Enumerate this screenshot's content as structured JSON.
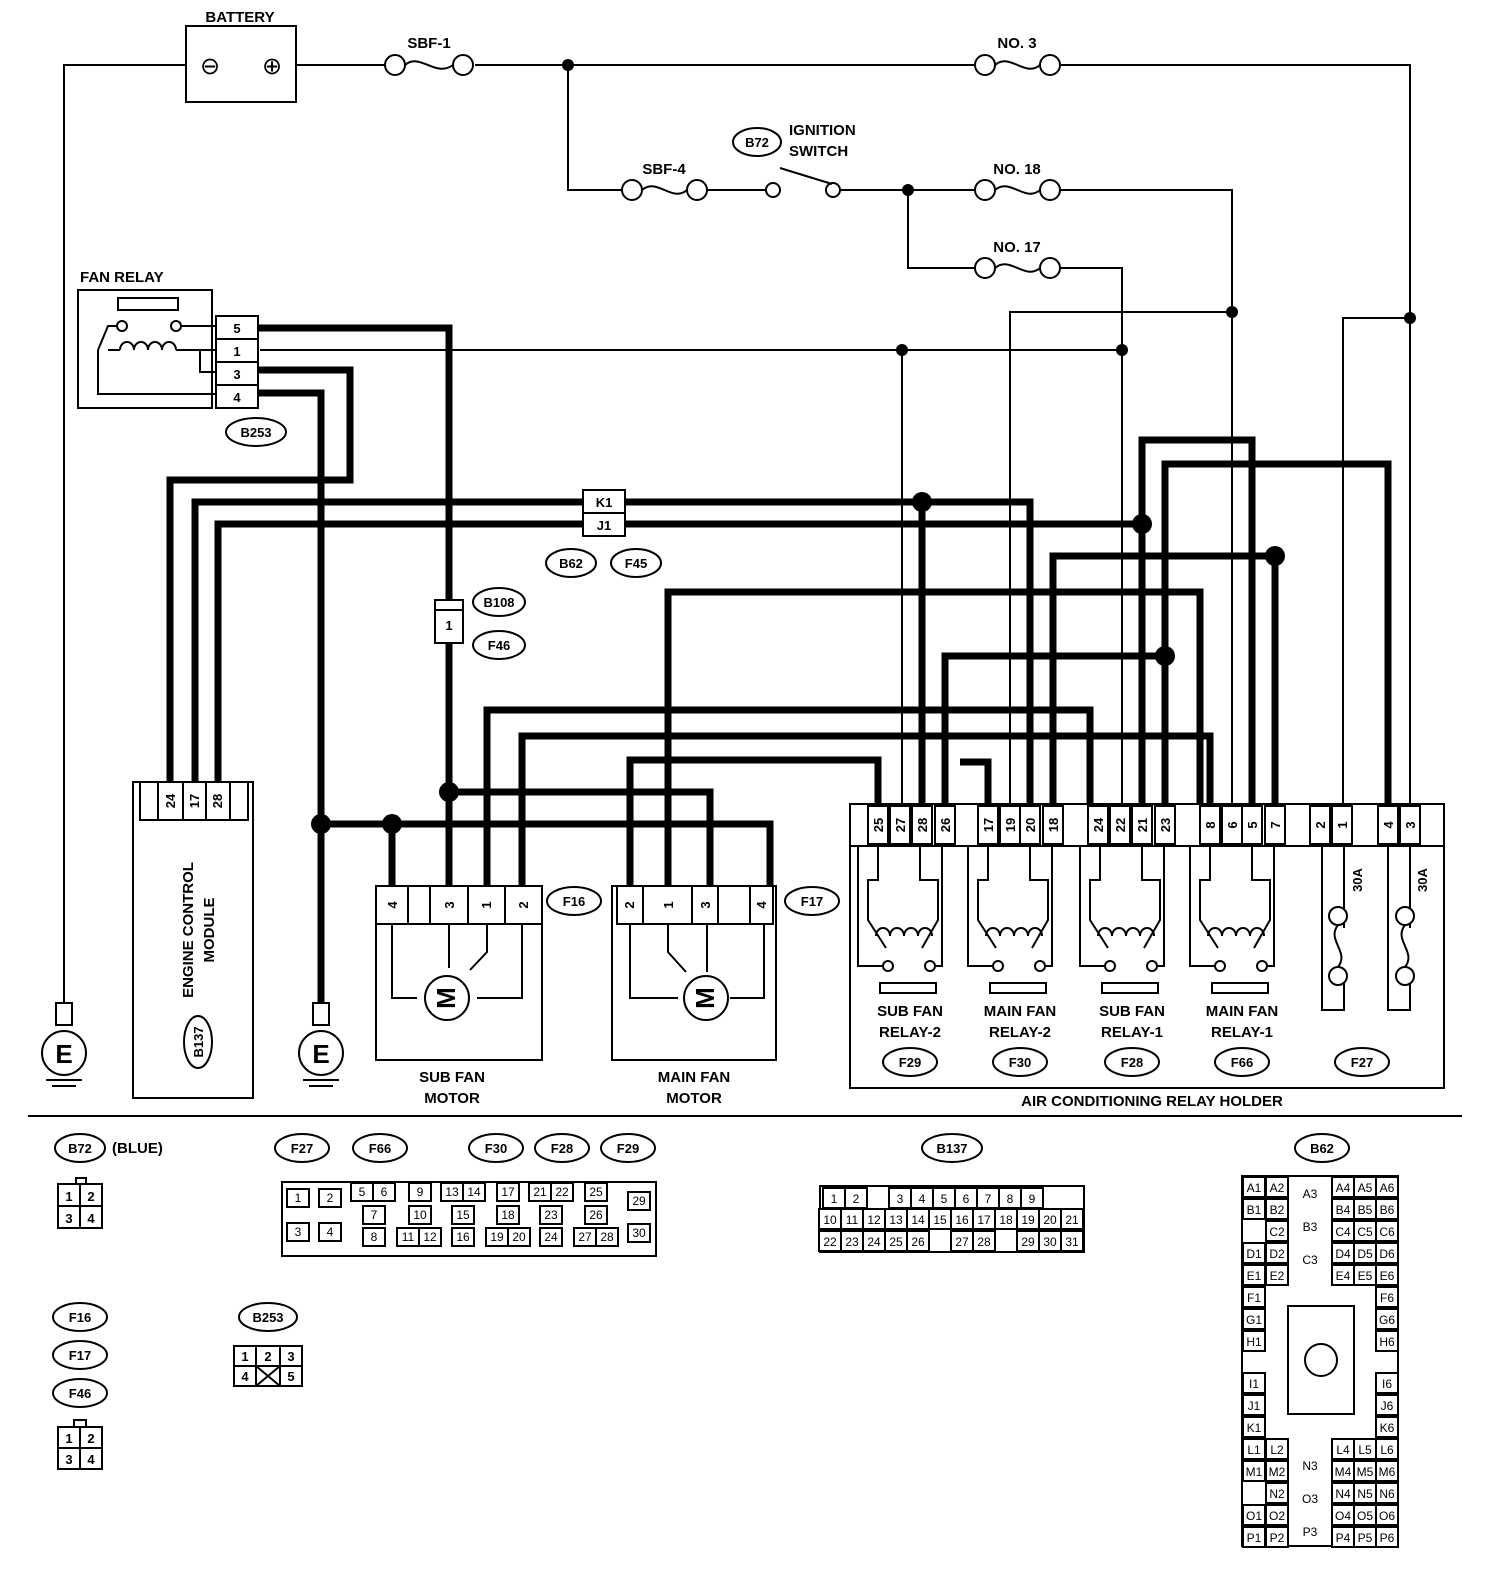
{
  "power": {
    "battery": "BATTERY",
    "battery_minus": "⊖",
    "battery_plus": "⊕",
    "fuse_sbf1": "SBF-1",
    "fuse_sbf4": "SBF-4",
    "fuse_no3": "NO. 3",
    "fuse_no18": "NO. 18",
    "fuse_no17": "NO. 17",
    "ignition_connector": "B72",
    "ignition_line1": "IGNITION",
    "ignition_line2": "SWITCH"
  },
  "fan_relay": {
    "title": "FAN RELAY",
    "pins": [
      "5",
      "1",
      "3",
      "4"
    ],
    "connector": "B253"
  },
  "joint": {
    "pins": [
      "K1",
      "J1"
    ],
    "connectors": [
      "B62",
      "F45"
    ]
  },
  "inline_connector": {
    "pin": "1",
    "connectors": [
      "B108",
      "F46"
    ]
  },
  "ecm": {
    "pins": [
      "24",
      "17",
      "28"
    ],
    "label_line1": "ENGINE CONTROL",
    "label_line2": "MODULE",
    "connector": "B137"
  },
  "ground": {
    "symbol": "E"
  },
  "sub_fan_motor": {
    "pins": [
      "4",
      "3",
      "1",
      "2"
    ],
    "connector": "F16",
    "motor_symbol": "M",
    "label_line1": "SUB FAN",
    "label_line2": "MOTOR"
  },
  "main_fan_motor": {
    "pins": [
      "2",
      "1",
      "3",
      "4"
    ],
    "connector": "F17",
    "motor_symbol": "M",
    "label_line1": "MAIN FAN",
    "label_line2": "MOTOR"
  },
  "relay_holder": {
    "pins": [
      "25",
      "27",
      "28",
      "26",
      "17",
      "19",
      "20",
      "18",
      "24",
      "22",
      "21",
      "23",
      "8",
      "6",
      "5",
      "7",
      "2",
      "1",
      "4",
      "3"
    ],
    "relays": [
      {
        "line1": "SUB FAN",
        "line2": "RELAY-2",
        "connector": "F29"
      },
      {
        "line1": "MAIN FAN",
        "line2": "RELAY-2",
        "connector": "F30"
      },
      {
        "line1": "SUB FAN",
        "line2": "RELAY-1",
        "connector": "F28"
      },
      {
        "line1": "MAIN FAN",
        "line2": "RELAY-1",
        "connector": "F66"
      }
    ],
    "fuse_rating": "30A",
    "fuse_connector": "F27",
    "title": "AIR CONDITIONING RELAY HOLDER"
  },
  "legend": {
    "b72": {
      "tag": "B72",
      "note": "(BLUE)",
      "pins": [
        "1",
        "2",
        "3",
        "4"
      ]
    },
    "relay_connectors": {
      "tags": [
        "F27",
        "F66",
        "F30",
        "F28",
        "F29"
      ],
      "pins": [
        "1",
        "2",
        "3",
        "4",
        "5",
        "6",
        "7",
        "8",
        "9",
        "10",
        "11",
        "12",
        "13",
        "14",
        "15",
        "16",
        "17",
        "18",
        "19",
        "20",
        "21",
        "22",
        "23",
        "24",
        "25",
        "26",
        "27",
        "28",
        "29",
        "30"
      ]
    },
    "b137": {
      "tag": "B137",
      "row1": [
        "1",
        "2",
        "",
        "3",
        "4",
        "5",
        "6",
        "7",
        "8",
        "9"
      ],
      "row2": [
        "10",
        "11",
        "12",
        "13",
        "14",
        "15",
        "16",
        "17",
        "18",
        "19",
        "20",
        "21"
      ],
      "row3": [
        "22",
        "23",
        "24",
        "25",
        "26",
        "",
        "27",
        "28",
        "",
        "29",
        "30",
        "31"
      ]
    },
    "b62": {
      "tag": "B62",
      "left": [
        "A1",
        "A2",
        "B1",
        "B2",
        "C2",
        "D1",
        "D2",
        "E1",
        "E2",
        "F1",
        "G1",
        "H1",
        "I1",
        "J1",
        "K1",
        "L1",
        "L2",
        "M1",
        "M2",
        "N2",
        "O1",
        "O2",
        "P1",
        "P2"
      ],
      "center": [
        "A3",
        "B3",
        "C3",
        "N3",
        "O3",
        "P3"
      ],
      "right": [
        "A4",
        "A5",
        "A6",
        "B4",
        "B5",
        "B6",
        "C4",
        "C5",
        "C6",
        "D4",
        "D5",
        "D6",
        "E4",
        "E5",
        "E6",
        "F6",
        "G6",
        "H6",
        "I6",
        "J6",
        "K6",
        "L4",
        "L5",
        "L6",
        "M4",
        "M5",
        "M6",
        "N4",
        "N5",
        "N6",
        "O4",
        "O5",
        "O6",
        "P4",
        "P5",
        "P6"
      ]
    },
    "f16_group": {
      "tags": [
        "F16",
        "F17",
        "F46"
      ],
      "pins": [
        "1",
        "2",
        "3",
        "4"
      ]
    },
    "b253": {
      "tag": "B253",
      "pins": [
        "1",
        "2",
        "3",
        "4",
        "5"
      ]
    }
  }
}
